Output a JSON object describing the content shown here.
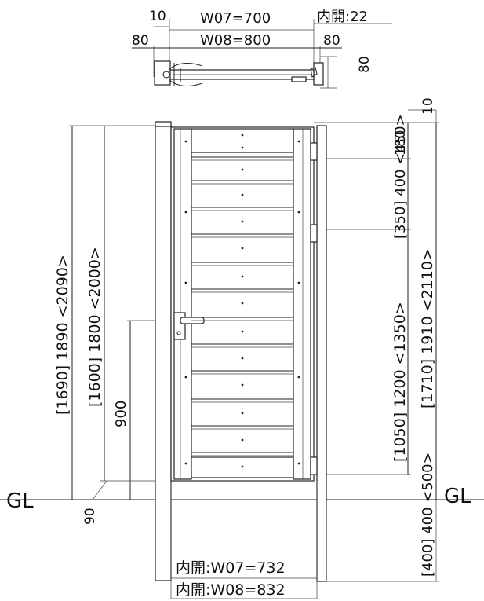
{
  "top_view": {
    "gap_label": "10",
    "w07_label": "W07=700",
    "w08_label": "W08=800",
    "inner_open_label": "内開:22",
    "left_post_label": "80",
    "right_post_label": "80",
    "depth_label": "80"
  },
  "elevation": {
    "top_gap_label": "10",
    "hinge_top_label": "180",
    "hinge_spacing_label": "[350] 400 <450>",
    "hinge_lower_label": "[1050] 1200 <1350>",
    "right_total_label": "[1710] 1910 <2110>",
    "left_total_label": "[1690] 1890 <2090>",
    "left_gate_label": "[1600] 1800 <2000>",
    "handle_height_label": "900",
    "bottom_gap_label": "90",
    "gl_left_label": "GL",
    "gl_right_label": "GL",
    "burial_label": "[400] 400 <500>",
    "inner_open_w07_label": "内開:W07=732",
    "inner_open_w08_label": "内開:W08=832"
  },
  "colors": {
    "line": "#222222",
    "frame_fill": "#ffffff",
    "background": "#ffffff"
  }
}
